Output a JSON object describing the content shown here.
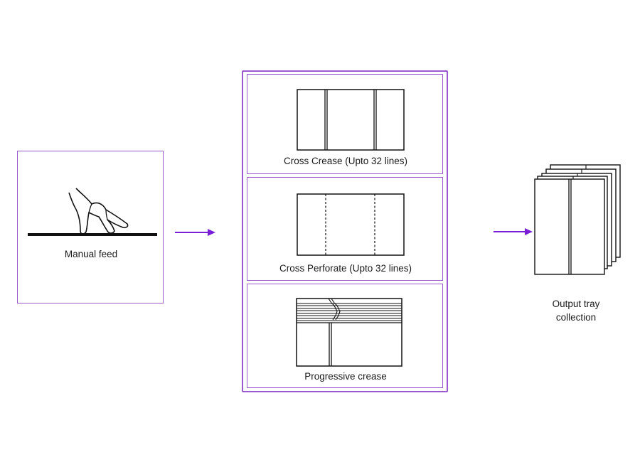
{
  "manual_feed": {
    "label": "Manual feed",
    "icon": "hand-pressing-sheet-icon"
  },
  "processing": {
    "options": [
      {
        "label": "Cross Crease (Upto 32 lines)",
        "icon": "cross-crease-sheet-icon"
      },
      {
        "label": "Cross Perforate (Upto 32 lines)",
        "icon": "cross-perforate-sheet-icon"
      },
      {
        "label": "Progressive crease",
        "icon": "progressive-crease-sheet-icon"
      }
    ]
  },
  "output": {
    "label_line1": "Output tray",
    "label_line2": "collection",
    "icon": "stacked-folded-sheets-icon"
  },
  "colors": {
    "accent": "#9b59d0",
    "arrow": "#7a1fd6",
    "line": "#111111"
  }
}
